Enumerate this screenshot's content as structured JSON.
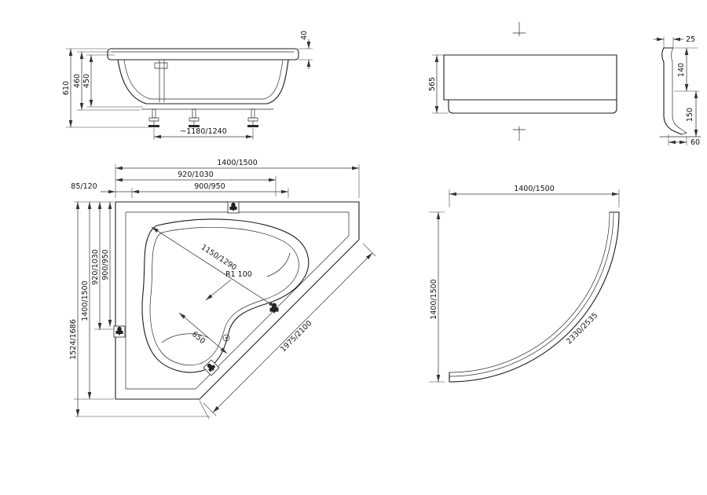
{
  "side_view": {
    "rim_height": "40",
    "total_height": "610",
    "shell_height": "460",
    "depth": "450",
    "feet_spacing": "~1180/1240"
  },
  "panel_side_view": {
    "height": "565",
    "top_flange": "25",
    "upper_section": "140",
    "lower_section": "150",
    "foot_depth": "60"
  },
  "plan_view": {
    "width": "1400/1500",
    "width_inner_1": "920/1030",
    "width_inner_2": "900/950",
    "corner_offset": "85/120",
    "height": "1400/1500",
    "height_inner_1": "920/1030",
    "height_inner_2": "900/950",
    "diagonal_fittings": "1150/1290",
    "radius": "R1 100",
    "seat_width": "650",
    "side_diagonal": "1524/1686",
    "front_edge": "1975/2100"
  },
  "panel_plan_view": {
    "width": "1400/1500",
    "height": "1400/1500",
    "arc_length": "2330/2535"
  }
}
